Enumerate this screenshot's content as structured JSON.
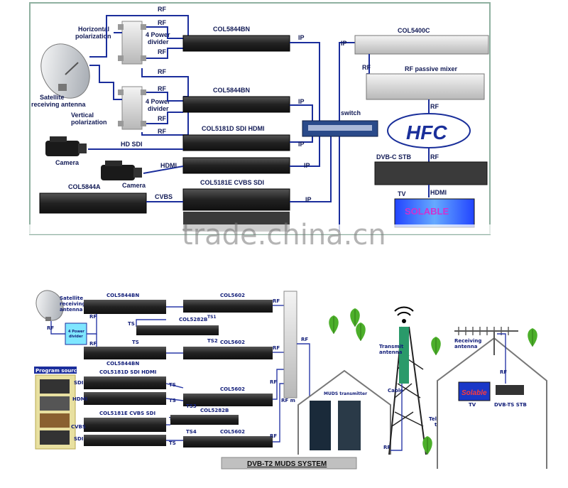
{
  "top": {
    "horizontal_polarization": [
      "Horizontal",
      "polarization"
    ],
    "vertical_polarization": [
      "Vertical",
      "polarization"
    ],
    "satellite_antenna": [
      "Satellite",
      "receiving antenna"
    ],
    "power_divider": [
      "4 Power",
      "divider"
    ],
    "rf": "RF",
    "ip": "IP",
    "col5844bn": "COL5844BN",
    "col5181d": "COL5181D SDI HDMI",
    "col5181e": "COL5181E CVBS SDI",
    "col5844a": "COL5844A",
    "col5400c": "COL5400C",
    "rf_passive_mixer": "RF passive mixer",
    "switch": "switch",
    "hfc": "HFC",
    "dvbc_stb": "DVB-C STB",
    "tv": "TV",
    "hdmi": "HDMI",
    "hd_sdi": "HD SDI",
    "camera": "Camera",
    "cvbs": "CVBS",
    "tv_screen_text": "SOLABLE"
  },
  "watermark": "trade.china.cn",
  "bottom": {
    "satellite_antenna": [
      "Satellite",
      "receiving",
      "antenna"
    ],
    "divider": [
      "4 Power",
      "divider"
    ],
    "rf": "RF",
    "ts": "TS",
    "ts1": "TS1",
    "ts2": "TS2",
    "ts3": "TS3",
    "ts4": "TS4",
    "col5844bn": "COL5844BN",
    "col5602": "COL5602",
    "col5282b": "COL5282B",
    "col5181d": "COL5181D SDI HDMI",
    "col5181e": "COL5181E CVBS SDI",
    "program_source": "Program source",
    "sdi": "SDI",
    "hdmi": "HDMI",
    "cvbs": "CVBS",
    "rf_m": "RF m",
    "muds_transmitter": "MUDS transmitter",
    "transmit_antenna": [
      "Transmit",
      "antenna"
    ],
    "cable": "Cable",
    "television_tower": [
      "Television",
      "tower"
    ],
    "receiving_antenna": [
      "Receiving",
      "antenna"
    ],
    "tv": "TV",
    "dvbts_stb": "DVB-TS STB",
    "tv_screen_text": "Solable",
    "system_title": "DVB-T2 MUDS SYSTEM"
  },
  "colors": {
    "wire": "#1b2e9c",
    "label": "#111a55",
    "hfc_text": "#1a2f9a",
    "tv_screen": "#1a38c8",
    "switch_body": "#2a4a8a",
    "leaf": "#4caf2a"
  }
}
